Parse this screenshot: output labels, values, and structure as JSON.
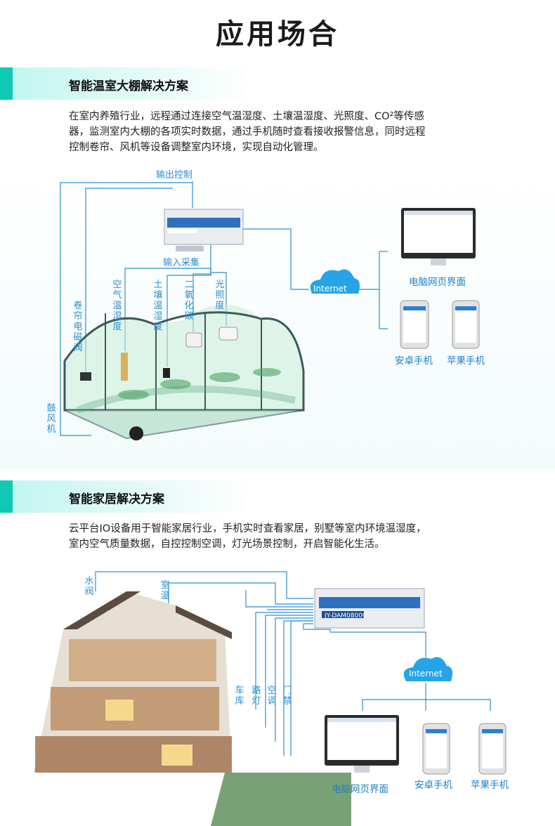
{
  "title": "应用场合",
  "section1": {
    "heading": "智能温室大棚解决方案",
    "lines": [
      "在室内养殖行业，远程通过连接空气温湿度、土壤温湿度、光照度、CO²等传感",
      "器，监测室内大棚的各项实时数据，通过手机随时查看接收报警信息，同时远程",
      "控制卷帘、风机等设备调整室内环境，实现自动化管理。"
    ],
    "labels": {
      "output": "输出控制",
      "input": "输入采集",
      "air": "空气温湿度",
      "soil": "土壤温湿度",
      "co2": "二氧化碳",
      "light": "光照度",
      "curtain": "卷帘电磁阀",
      "fan": "鼓风机",
      "internet": "Internet",
      "pc": "电脑网页界面",
      "android": "安卓手机",
      "apple": "苹果手机"
    }
  },
  "section2": {
    "heading": "智能家居解决方案",
    "lines": [
      "云平台IO设备用于智能家居行业，手机实时查看家居，别墅等室内环境温湿度，",
      "室内空气质量数据，自控控制空调，灯光场景控制，开启智能化生活。"
    ],
    "labels": {
      "valve": "水阀",
      "temp": "室温",
      "garage": "车库",
      "road_light": "路灯",
      "ac": "空调",
      "door": "门禁",
      "device_model": "JY-DAM0800C",
      "internet": "Internet",
      "pc": "电脑网页界面",
      "android": "安卓手机",
      "apple": "苹果手机"
    }
  },
  "colors": {
    "accent": "#10c9b4",
    "line": "#2d8fcf",
    "cloud": "#27a4e6"
  }
}
